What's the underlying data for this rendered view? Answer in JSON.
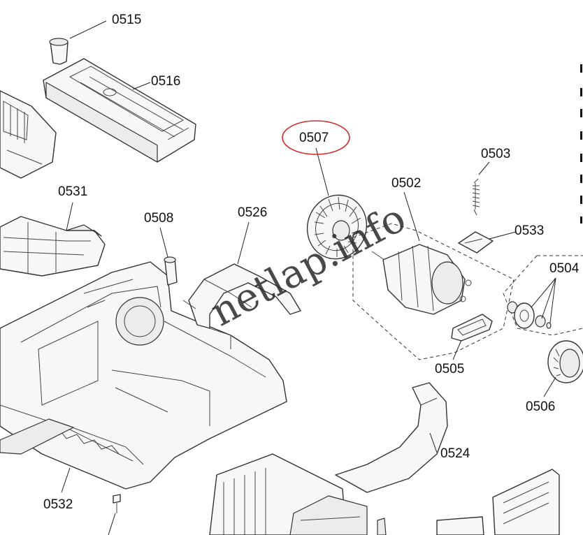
{
  "labels": {
    "l0515": "0515",
    "l0516": "0516",
    "l0507": "0507",
    "l0503": "0503",
    "l0502": "0502",
    "l0533": "0533",
    "l0531": "0531",
    "l0508": "0508",
    "l0526": "0526",
    "l0504": "0504",
    "l0505": "0505",
    "l0506": "0506",
    "l0524": "0524",
    "l0532": "0532"
  },
  "highlight": {
    "color": "#d42a2a",
    "part": "0507"
  },
  "watermark": {
    "text": "netlap.info"
  }
}
